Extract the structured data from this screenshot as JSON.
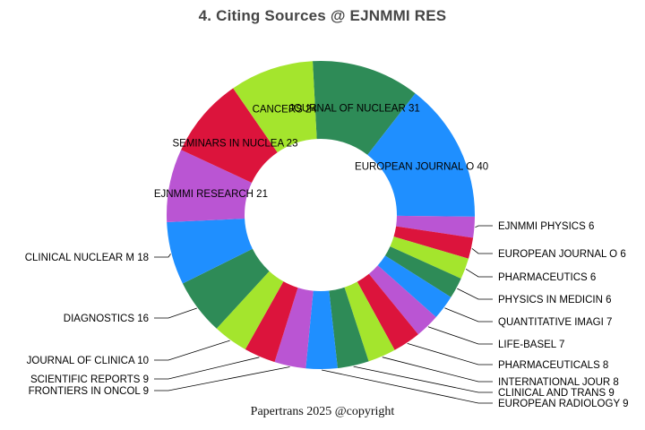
{
  "title": "4. Citing Sources @ EJNMMI RES",
  "footer": "Papertrans 2025 @copyright",
  "chart_data": {
    "type": "pie",
    "subtype": "donut",
    "title": "4. Citing Sources @ EJNMMI RES",
    "direction": "clockwise",
    "start_angle_deg": -3,
    "inner_radius_ratio": 0.49,
    "total": 273,
    "legend_position": "none",
    "palette": [
      "#2E8B57",
      "#1F8FFF",
      "#BA55D3",
      "#DC143C",
      "#A4E52D"
    ],
    "segments": [
      {
        "label": "JOURNAL OF NUCLEAR",
        "value": 31,
        "color": "#2E8B57",
        "placement": "inner"
      },
      {
        "label": "EUROPEAN JOURNAL O",
        "value": 40,
        "color": "#1F8FFF",
        "placement": "inner"
      },
      {
        "label": "EJNMMI PHYSICS",
        "value": 6,
        "color": "#BA55D3",
        "placement": "right",
        "label_y": 252
      },
      {
        "label": "EUROPEAN JOURNAL O",
        "value": 6,
        "color": "#DC143C",
        "placement": "right",
        "label_y": 283
      },
      {
        "label": "PHARMACEUTICS",
        "value": 6,
        "color": "#A4E52D",
        "placement": "right",
        "label_y": 309
      },
      {
        "label": "PHYSICS IN MEDICIN",
        "value": 6,
        "color": "#2E8B57",
        "placement": "right",
        "label_y": 334
      },
      {
        "label": "QUANTITATIVE IMAGI",
        "value": 7,
        "color": "#1F8FFF",
        "placement": "right",
        "label_y": 359
      },
      {
        "label": "LIFE-BASEL",
        "value": 7,
        "color": "#BA55D3",
        "placement": "right",
        "label_y": 384
      },
      {
        "label": "PHARMACEUTICALS",
        "value": 8,
        "color": "#DC143C",
        "placement": "right",
        "label_y": 407
      },
      {
        "label": "INTERNATIONAL JOUR",
        "value": 8,
        "color": "#A4E52D",
        "placement": "right",
        "label_y": 426
      },
      {
        "label": "CLINICAL AND TRANS",
        "value": 9,
        "color": "#2E8B57",
        "placement": "right",
        "label_y": 438
      },
      {
        "label": "EUROPEAN RADIOLOGY",
        "value": 9,
        "color": "#1F8FFF",
        "placement": "right",
        "label_y": 450
      },
      {
        "label": "FRONTIERS IN ONCOL",
        "value": 9,
        "color": "#BA55D3",
        "placement": "left",
        "label_y": 436
      },
      {
        "label": "SCIENTIFIC REPORTS",
        "value": 9,
        "color": "#DC143C",
        "placement": "left",
        "label_y": 423
      },
      {
        "label": "JOURNAL OF CLINICA",
        "value": 10,
        "color": "#A4E52D",
        "placement": "left",
        "label_y": 402
      },
      {
        "label": "DIAGNOSTICS",
        "value": 16,
        "color": "#2E8B57",
        "placement": "left",
        "label_y": 355
      },
      {
        "label": "CLINICAL NUCLEAR M",
        "value": 18,
        "color": "#1F8FFF",
        "placement": "left",
        "label_y": 287
      },
      {
        "label": "EJNMMI RESEARCH",
        "value": 21,
        "color": "#BA55D3",
        "placement": "inner"
      },
      {
        "label": "SEMINARS IN NUCLEA",
        "value": 23,
        "color": "#DC143C",
        "placement": "inner"
      },
      {
        "label": "CANCERS",
        "value": 24,
        "color": "#A4E52D",
        "placement": "inner"
      }
    ]
  }
}
